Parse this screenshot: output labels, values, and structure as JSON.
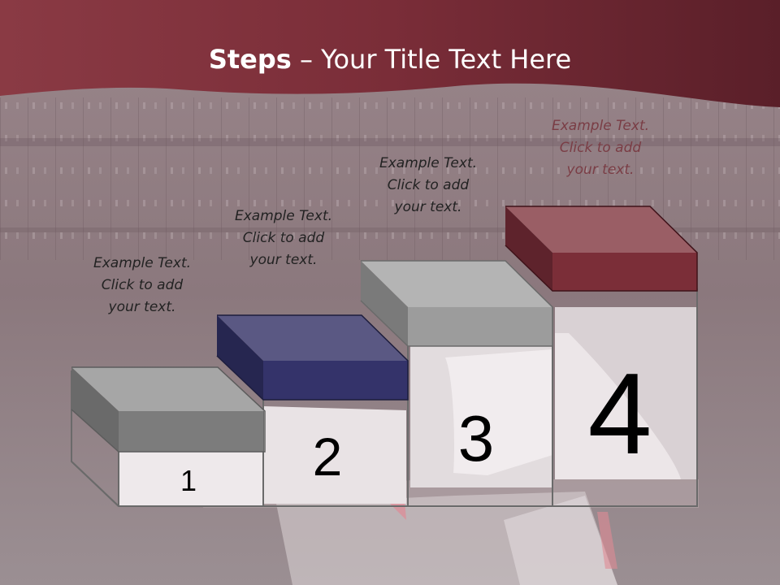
{
  "slide": {
    "title_bold": "Steps",
    "title_rest": " – Your Title Text Here"
  },
  "steps": [
    {
      "number": "1",
      "text": [
        "Example Text.",
        "Click  to add",
        "your text."
      ],
      "color": "#7a7a7a"
    },
    {
      "number": "2",
      "text": [
        "Example Text.",
        "Click  to add",
        "your text."
      ],
      "color": "#33336a"
    },
    {
      "number": "3",
      "text": [
        "Example Text.",
        "Click  to add",
        "your text."
      ],
      "color": "#9a9a9a"
    },
    {
      "number": "4",
      "text": [
        "Example Text.",
        "Click  to add",
        "your text."
      ],
      "color": "#7a2e37"
    }
  ],
  "colors": {
    "header": "#7a2d38",
    "background": "#8e7b80"
  }
}
